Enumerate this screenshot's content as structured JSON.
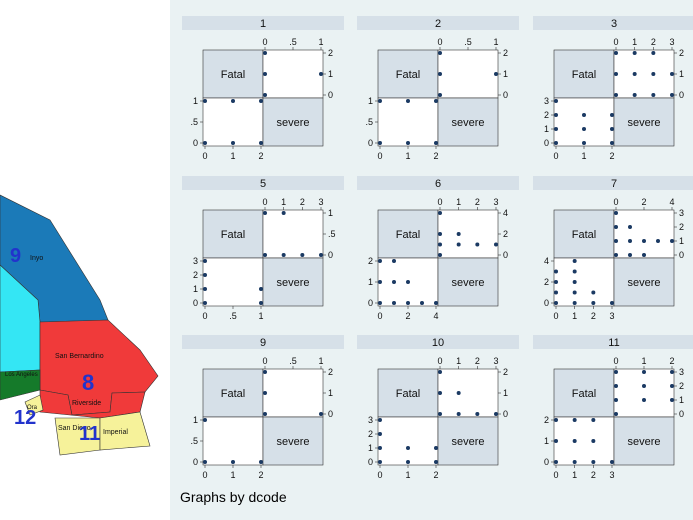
{
  "map": {
    "labels": {
      "inyo": "Inyo",
      "san_bernardino": "San Bernardino",
      "los_angeles": "Los Angeles",
      "riverside": "Riverside",
      "orange": "Ora",
      "san_diego": "San Diego",
      "imperial": "Imperial"
    },
    "numbers": {
      "n9": "9",
      "n8": "8",
      "n12": "12",
      "n11": "11"
    }
  },
  "colors": {
    "fatal": "#d6e0e8",
    "severe": "#d6e0e8",
    "dot": "#1b3a63",
    "strip": "#d6e0e8",
    "background": "#eaf2f3"
  },
  "footnote": "Graphs by dcode",
  "chart_data": [
    {
      "type": "scatter",
      "title": "1",
      "quadrant_labels": [
        "Fatal",
        "severe"
      ],
      "fatal_x": {
        "range": [
          0,
          1
        ],
        "ticks": [
          "0",
          ".5",
          "1"
        ]
      },
      "fatal_y": {
        "range": [
          0,
          2
        ],
        "ticks": [
          "0",
          "1",
          "2"
        ]
      },
      "severe_x": {
        "range": [
          0,
          2
        ],
        "ticks": [
          "0",
          "1",
          "2"
        ]
      },
      "severe_y": {
        "range": [
          0,
          1
        ],
        "ticks": [
          "0",
          ".5",
          "1"
        ]
      },
      "fatal_points": [
        [
          0,
          0
        ],
        [
          0,
          1
        ],
        [
          0,
          2
        ],
        [
          1,
          1
        ]
      ],
      "severe_points": [
        [
          0,
          0
        ],
        [
          0,
          1
        ],
        [
          1,
          0
        ],
        [
          1,
          1
        ],
        [
          2,
          0
        ],
        [
          2,
          1
        ]
      ]
    },
    {
      "type": "scatter",
      "title": "2",
      "quadrant_labels": [
        "Fatal",
        "severe"
      ],
      "fatal_x": {
        "range": [
          0,
          1
        ],
        "ticks": [
          "0",
          ".5",
          "1"
        ]
      },
      "fatal_y": {
        "range": [
          0,
          2
        ],
        "ticks": [
          "0",
          "1",
          "2"
        ]
      },
      "severe_x": {
        "range": [
          0,
          2
        ],
        "ticks": [
          "0",
          "1",
          "2"
        ]
      },
      "severe_y": {
        "range": [
          0,
          1
        ],
        "ticks": [
          "0",
          ".5",
          "1"
        ]
      },
      "fatal_points": [
        [
          0,
          0
        ],
        [
          0,
          1
        ],
        [
          0,
          2
        ],
        [
          1,
          1
        ]
      ],
      "severe_points": [
        [
          0,
          0
        ],
        [
          0,
          1
        ],
        [
          1,
          0
        ],
        [
          1,
          1
        ],
        [
          2,
          0
        ],
        [
          2,
          1
        ]
      ]
    },
    {
      "type": "scatter",
      "title": "3",
      "quadrant_labels": [
        "Fatal",
        "severe"
      ],
      "fatal_x": {
        "range": [
          0,
          3
        ],
        "ticks": [
          "0",
          "1",
          "2",
          "3"
        ]
      },
      "fatal_y": {
        "range": [
          0,
          2
        ],
        "ticks": [
          "0",
          "1",
          "2"
        ]
      },
      "severe_x": {
        "range": [
          0,
          2
        ],
        "ticks": [
          "0",
          "1",
          "2"
        ]
      },
      "severe_y": {
        "range": [
          0,
          3
        ],
        "ticks": [
          "0",
          "1",
          "2",
          "3"
        ]
      },
      "fatal_points": [
        [
          0,
          0
        ],
        [
          0,
          1
        ],
        [
          0,
          2
        ],
        [
          1,
          0
        ],
        [
          1,
          1
        ],
        [
          1,
          2
        ],
        [
          2,
          0
        ],
        [
          2,
          1
        ],
        [
          2,
          2
        ],
        [
          3,
          0
        ],
        [
          3,
          1
        ]
      ],
      "severe_points": [
        [
          0,
          0
        ],
        [
          0,
          1
        ],
        [
          0,
          2
        ],
        [
          0,
          3
        ],
        [
          1,
          0
        ],
        [
          1,
          1
        ],
        [
          1,
          2
        ],
        [
          2,
          0
        ],
        [
          2,
          1
        ],
        [
          2,
          2
        ]
      ]
    },
    {
      "type": "scatter",
      "title": "5",
      "quadrant_labels": [
        "Fatal",
        "severe"
      ],
      "fatal_x": {
        "range": [
          0,
          3
        ],
        "ticks": [
          "0",
          "1",
          "2",
          "3"
        ]
      },
      "fatal_y": {
        "range": [
          0,
          1
        ],
        "ticks": [
          "0",
          ".5",
          "1"
        ]
      },
      "severe_x": {
        "range": [
          0,
          1
        ],
        "ticks": [
          "0",
          ".5",
          "1"
        ]
      },
      "severe_y": {
        "range": [
          0,
          3
        ],
        "ticks": [
          "0",
          "1",
          "2",
          "3"
        ]
      },
      "fatal_points": [
        [
          0,
          0
        ],
        [
          0,
          1
        ],
        [
          1,
          0
        ],
        [
          1,
          1
        ],
        [
          2,
          0
        ],
        [
          3,
          0
        ]
      ],
      "severe_points": [
        [
          0,
          0
        ],
        [
          0,
          1
        ],
        [
          0,
          2
        ],
        [
          0,
          3
        ],
        [
          1,
          0
        ],
        [
          1,
          1
        ]
      ]
    },
    {
      "type": "scatter",
      "title": "6",
      "quadrant_labels": [
        "Fatal",
        "severe"
      ],
      "fatal_x": {
        "range": [
          0,
          3
        ],
        "ticks": [
          "0",
          "1",
          "2",
          "3"
        ]
      },
      "fatal_y": {
        "range": [
          0,
          4
        ],
        "ticks": [
          "0",
          "2",
          "4"
        ]
      },
      "severe_x": {
        "range": [
          0,
          4
        ],
        "ticks": [
          "0",
          "2",
          "4"
        ]
      },
      "severe_y": {
        "range": [
          0,
          2
        ],
        "ticks": [
          "0",
          "1",
          "2"
        ]
      },
      "fatal_points": [
        [
          0,
          0
        ],
        [
          0,
          1
        ],
        [
          0,
          2
        ],
        [
          0,
          4
        ],
        [
          1,
          1
        ],
        [
          1,
          2
        ],
        [
          2,
          1
        ],
        [
          3,
          1
        ]
      ],
      "severe_points": [
        [
          0,
          0
        ],
        [
          0,
          1
        ],
        [
          0,
          2
        ],
        [
          1,
          0
        ],
        [
          1,
          1
        ],
        [
          1,
          2
        ],
        [
          2,
          0
        ],
        [
          2,
          1
        ],
        [
          3,
          0
        ],
        [
          4,
          0
        ]
      ]
    },
    {
      "type": "scatter",
      "title": "7",
      "quadrant_labels": [
        "Fatal",
        "severe"
      ],
      "fatal_x": {
        "range": [
          0,
          4
        ],
        "ticks": [
          "0",
          "2",
          "4"
        ]
      },
      "fatal_y": {
        "range": [
          0,
          3
        ],
        "ticks": [
          "0",
          "1",
          "2",
          "3"
        ]
      },
      "severe_x": {
        "range": [
          0,
          3
        ],
        "ticks": [
          "0",
          "1",
          "2",
          "3"
        ]
      },
      "severe_y": {
        "range": [
          0,
          4
        ],
        "ticks": [
          "0",
          "2",
          "4"
        ]
      },
      "fatal_points": [
        [
          0,
          0
        ],
        [
          0,
          1
        ],
        [
          0,
          2
        ],
        [
          0,
          3
        ],
        [
          1,
          1
        ],
        [
          1,
          2
        ],
        [
          2,
          1
        ],
        [
          3,
          1
        ],
        [
          4,
          1
        ],
        [
          1,
          0
        ],
        [
          2,
          0
        ]
      ],
      "severe_points": [
        [
          0,
          0
        ],
        [
          0,
          1
        ],
        [
          0,
          2
        ],
        [
          0,
          3
        ],
        [
          1,
          0
        ],
        [
          1,
          1
        ],
        [
          1,
          2
        ],
        [
          1,
          3
        ],
        [
          1,
          4
        ],
        [
          2,
          0
        ],
        [
          2,
          1
        ],
        [
          3,
          0
        ]
      ]
    },
    {
      "type": "scatter",
      "title": "9",
      "quadrant_labels": [
        "Fatal",
        "severe"
      ],
      "fatal_x": {
        "range": [
          0,
          1
        ],
        "ticks": [
          "0",
          ".5",
          "1"
        ]
      },
      "fatal_y": {
        "range": [
          0,
          2
        ],
        "ticks": [
          "0",
          "1",
          "2"
        ]
      },
      "severe_x": {
        "range": [
          0,
          2
        ],
        "ticks": [
          "0",
          "1",
          "2"
        ]
      },
      "severe_y": {
        "range": [
          0,
          1
        ],
        "ticks": [
          "0",
          ".5",
          "1"
        ]
      },
      "fatal_points": [
        [
          0,
          0
        ],
        [
          0,
          1
        ],
        [
          0,
          2
        ],
        [
          1,
          0
        ]
      ],
      "severe_points": [
        [
          0,
          0
        ],
        [
          0,
          1
        ],
        [
          1,
          0
        ],
        [
          2,
          0
        ]
      ]
    },
    {
      "type": "scatter",
      "title": "10",
      "quadrant_labels": [
        "Fatal",
        "severe"
      ],
      "fatal_x": {
        "range": [
          0,
          3
        ],
        "ticks": [
          "0",
          "1",
          "2",
          "3"
        ]
      },
      "fatal_y": {
        "range": [
          0,
          2
        ],
        "ticks": [
          "0",
          "1",
          "2"
        ]
      },
      "severe_x": {
        "range": [
          0,
          2
        ],
        "ticks": [
          "0",
          "1",
          "2"
        ]
      },
      "severe_y": {
        "range": [
          0,
          3
        ],
        "ticks": [
          "0",
          "1",
          "2",
          "3"
        ]
      },
      "fatal_points": [
        [
          0,
          0
        ],
        [
          0,
          1
        ],
        [
          0,
          2
        ],
        [
          1,
          0
        ],
        [
          1,
          1
        ],
        [
          2,
          0
        ],
        [
          3,
          0
        ]
      ],
      "severe_points": [
        [
          0,
          0
        ],
        [
          0,
          1
        ],
        [
          0,
          2
        ],
        [
          0,
          3
        ],
        [
          1,
          0
        ],
        [
          1,
          1
        ],
        [
          2,
          0
        ],
        [
          2,
          1
        ]
      ]
    },
    {
      "type": "scatter",
      "title": "11",
      "quadrant_labels": [
        "Fatal",
        "severe"
      ],
      "fatal_x": {
        "range": [
          0,
          2
        ],
        "ticks": [
          "0",
          "1",
          "2"
        ]
      },
      "fatal_y": {
        "range": [
          0,
          3
        ],
        "ticks": [
          "0",
          "1",
          "2",
          "3"
        ]
      },
      "severe_x": {
        "range": [
          0,
          3
        ],
        "ticks": [
          "0",
          "1",
          "2",
          "3"
        ]
      },
      "severe_y": {
        "range": [
          0,
          2
        ],
        "ticks": [
          "0",
          "1",
          "2"
        ]
      },
      "fatal_points": [
        [
          0,
          0
        ],
        [
          0,
          1
        ],
        [
          0,
          2
        ],
        [
          0,
          3
        ],
        [
          1,
          1
        ],
        [
          1,
          2
        ],
        [
          1,
          3
        ],
        [
          2,
          1
        ],
        [
          2,
          2
        ],
        [
          2,
          3
        ]
      ],
      "severe_points": [
        [
          0,
          0
        ],
        [
          0,
          1
        ],
        [
          0,
          2
        ],
        [
          1,
          0
        ],
        [
          1,
          1
        ],
        [
          1,
          2
        ],
        [
          2,
          0
        ],
        [
          2,
          1
        ],
        [
          2,
          2
        ],
        [
          3,
          0
        ]
      ]
    }
  ]
}
